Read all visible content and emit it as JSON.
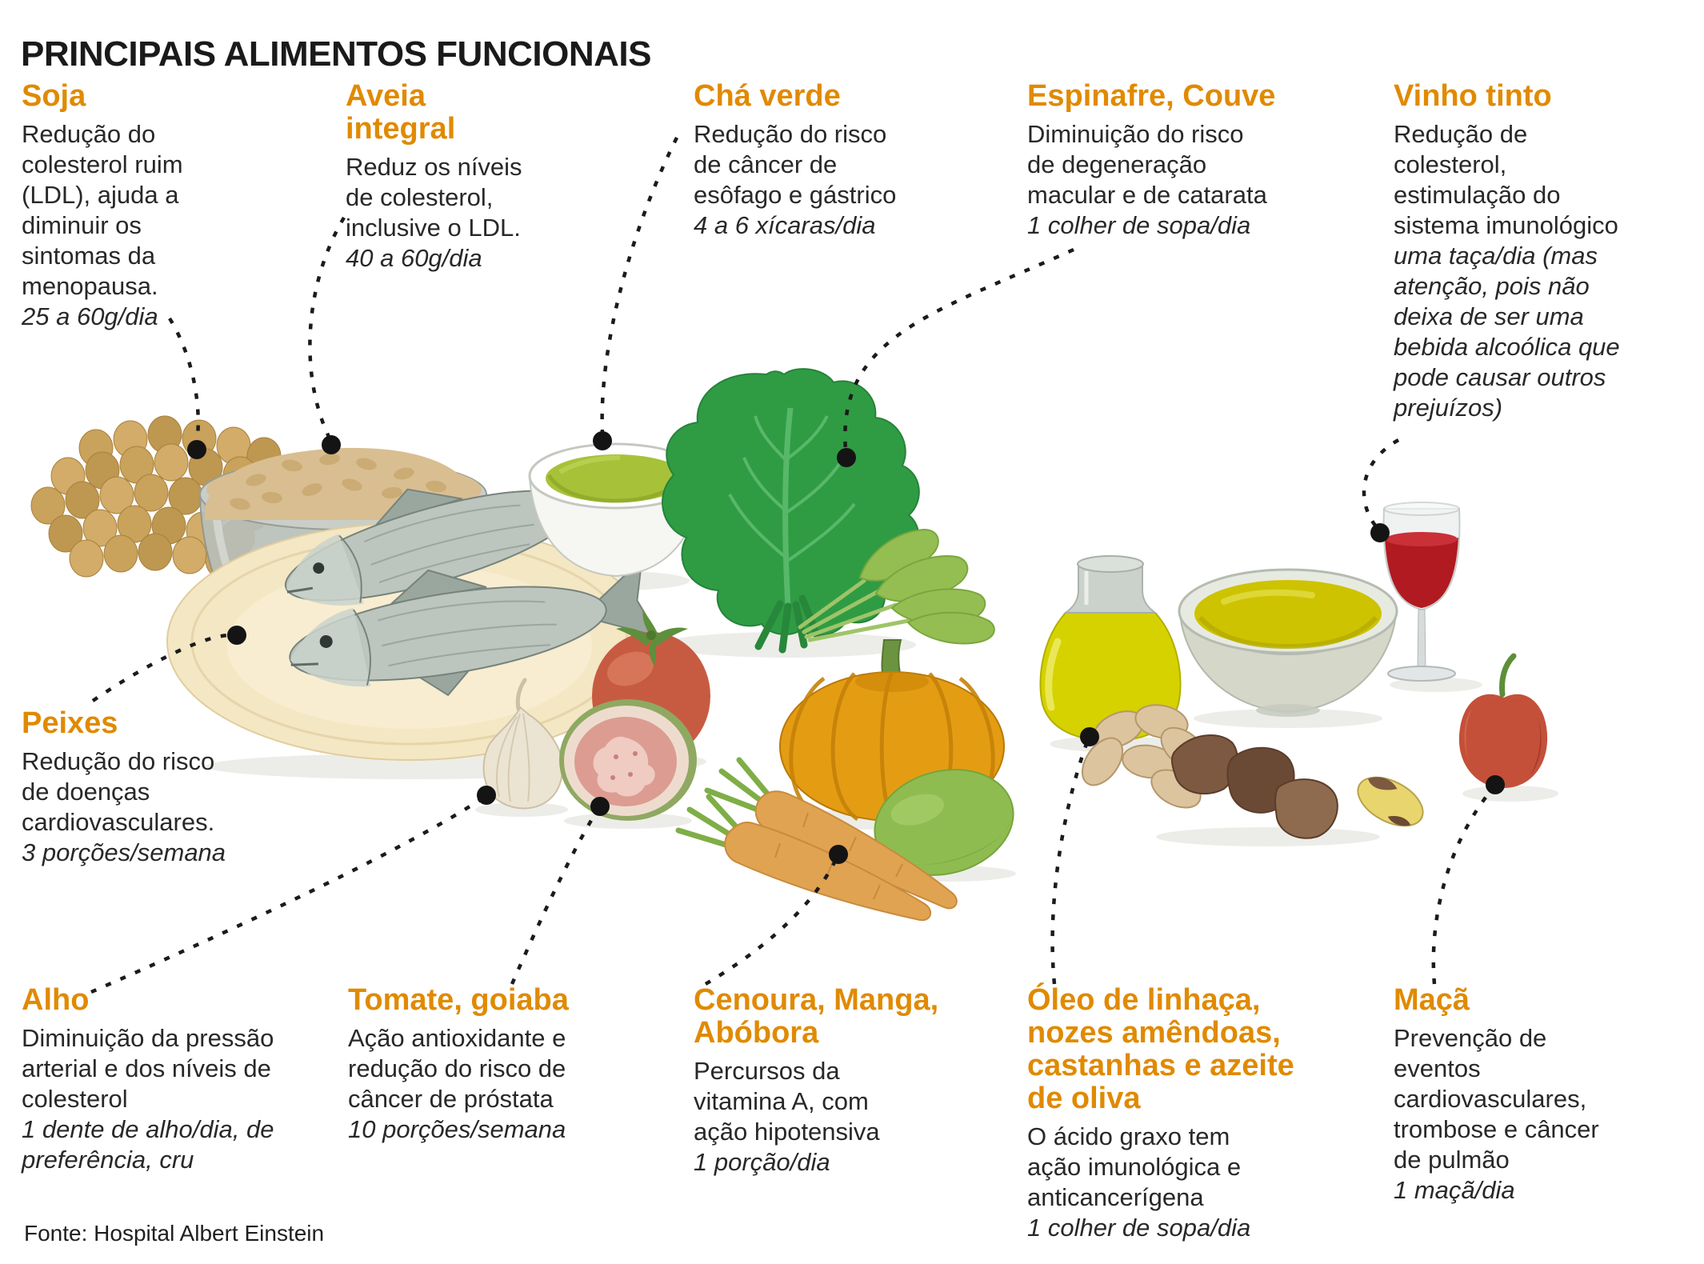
{
  "title": "PRINCIPAIS ALIMENTOS FUNCIONAIS",
  "source": "Fonte: Hospital Albert Einstein",
  "colors": {
    "accent_orange": "#E08A00",
    "title_text": "#1A1A1A",
    "body_text": "#282828",
    "leader_line": "#1B1B1B",
    "background": "#FFFFFF"
  },
  "items": [
    {
      "id": "soja",
      "name": "Soja",
      "description": "Redução do colesterol ruim (LDL), ajuda a diminuir os sintomas da menopausa.",
      "dose": "25 a 60g/dia",
      "illustration": "soybeans-icon"
    },
    {
      "id": "aveia",
      "name": "Aveia integral",
      "description": "Reduz os níveis de colesterol, inclusive o LDL.",
      "dose": "40 a 60g/dia",
      "illustration": "oat-bowl-icon"
    },
    {
      "id": "cha-verde",
      "name": "Chá verde",
      "description": "Redução do risco de câncer de esôfago e gástrico",
      "dose": "4 a 6 xícaras/dia",
      "illustration": "green-tea-bowl-icon"
    },
    {
      "id": "espinafre-couve",
      "name": "Espinafre, Couve",
      "description": "Diminuição do risco de degeneração macular e de catarata",
      "dose": "1 colher de sopa/dia",
      "illustration": "kale-spinach-icon"
    },
    {
      "id": "vinho-tinto",
      "name": "Vinho tinto",
      "description": "Redução de colesterol, estimulação do sistema imunológico",
      "dose": "uma taça/dia (mas atenção, pois não deixa de ser uma bebida alcoólica que pode causar outros prejuízos)",
      "illustration": "red-wine-glass-icon"
    },
    {
      "id": "peixes",
      "name": "Peixes",
      "description": "Redução do risco de doenças cardiovasculares.",
      "dose": "3 porções/semana",
      "illustration": "fish-plate-icon"
    },
    {
      "id": "alho",
      "name": "Alho",
      "description": "Diminuição da pressão arterial e dos níveis de colesterol",
      "dose": "1 dente de alho/dia, de preferência, cru",
      "illustration": "garlic-icon"
    },
    {
      "id": "tomate-goiaba",
      "name": "Tomate, goiaba",
      "description": "Ação antioxidante e redução do risco de câncer de próstata",
      "dose": "10 porções/semana",
      "illustration": "tomato-guava-icon"
    },
    {
      "id": "cenoura-manga-abobora",
      "name": "Cenoura, Manga, Abóbora",
      "description": "Percursos da vitamina A, com ação hipotensiva",
      "dose": "1 porção/dia",
      "illustration": "carrot-mango-pumpkin-icon"
    },
    {
      "id": "oleo-nozes",
      "name": "Óleo de linhaça, nozes amêndoas, castanhas e azeite de oliva",
      "description": "O ácido graxo tem ação imunológica e anticancerígena",
      "dose": "1 colher de sopa/dia",
      "illustration": "oil-and-nuts-icon"
    },
    {
      "id": "maca",
      "name": "Maçã",
      "description": "Prevenção de eventos cardiovasculares, trombose e câncer de pulmão",
      "dose": "1 maçã/dia",
      "illustration": "apple-icon"
    }
  ]
}
